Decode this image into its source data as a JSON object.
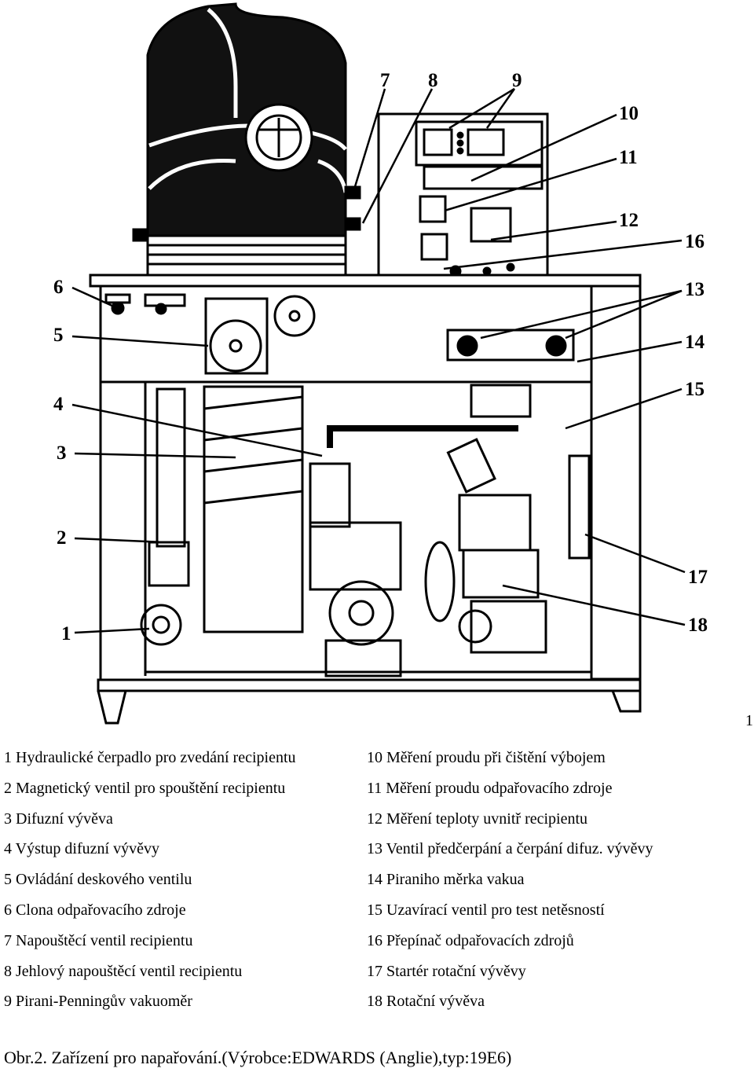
{
  "figure": {
    "callouts": [
      "1",
      "2",
      "3",
      "4",
      "5",
      "6",
      "7",
      "8",
      "9",
      "10",
      "11",
      "12",
      "13",
      "14",
      "15",
      "16",
      "17",
      "18"
    ]
  },
  "page_number": "1",
  "legend": {
    "left": [
      "1 Hydraulické čerpadlo pro zvedání recipientu",
      "2 Magnetický ventil pro spouštění recipientu",
      "3 Difuzní vývěva",
      "4 Výstup difuzní vývěvy",
      "5 Ovládání deskového ventilu",
      "6 Clona odpařovacího zdroje",
      "7 Napouštěcí ventil recipientu",
      "8 Jehlový napouštěcí ventil recipientu",
      "9 Pirani-Penningův vakuoměr"
    ],
    "right": [
      "10 Měření proudu při čištění výbojem",
      "11 Měření proudu odpařovacího zdroje",
      "12 Měření teploty uvnitř recipientu",
      "13 Ventil předčerpání a čerpání difuz. vývěvy",
      "14 Piraniho měrka vakua",
      "15 Uzavírací ventil pro test netěsností",
      "16 Přepínač odpařovacích zdrojů",
      "17 Startér rotační vývěvy",
      "18 Rotační vývěva"
    ]
  },
  "caption": "Obr.2. Zařízení pro napařování.(Výrobce:EDWARDS (Anglie),typ:19E6)"
}
